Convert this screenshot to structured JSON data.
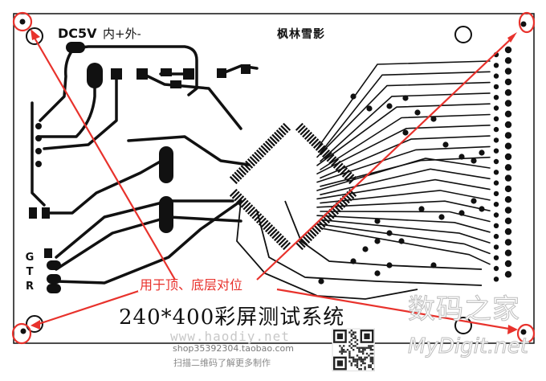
{
  "board": {
    "title": "DC5V",
    "polarity": "内+外-",
    "author": "枫林雪影",
    "side_label": [
      "G",
      "T",
      "R"
    ],
    "caption": "240*400彩屏测试系统"
  },
  "annotation": {
    "text": "用于顶、底层对位",
    "color": "#e8322c"
  },
  "watermarks": {
    "site": "www.haodiy.net",
    "shop": "shop35392304.taobao.com",
    "scan": "扫描二维码了解更多制作",
    "logo_cn": "数码之家",
    "logo_en": "MyDigit.net"
  },
  "colors": {
    "trace": "#111111",
    "background": "#ffffff",
    "annotation": "#e8322c"
  }
}
